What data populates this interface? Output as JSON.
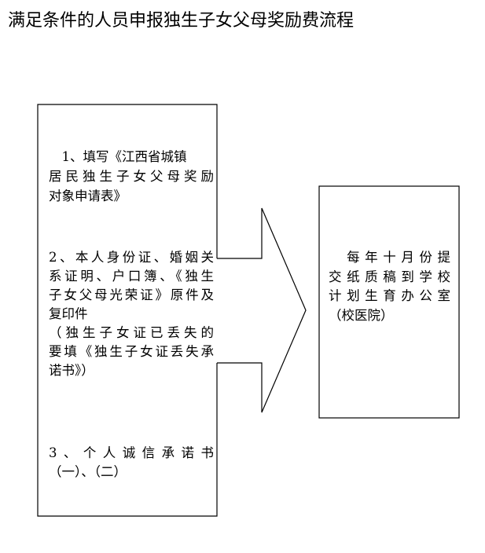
{
  "title": "满足条件的人员申报独生子女父母奖励费流程",
  "left_box": {
    "step1": [
      "　1、填写《江西省城镇",
      "居民独生子女父母奖励",
      "对象申请表》"
    ],
    "step2": [
      " 2、本人身份证、婚姻关",
      "系证明、户口簿、《独生",
      "子女父母光荣证》原件及",
      "复印件",
      "（独生子女证已丢失的",
      "要填《独生子女证丢失承",
      "诺书》）"
    ],
    "step3": [
      " 3、个人诚信承诺书",
      "（一）、（二）"
    ]
  },
  "right_box": {
    "lines": [
      "　每年十月份提",
      "交纸质稿到学校",
      "计划生育办公室",
      "（校医院）"
    ]
  }
}
